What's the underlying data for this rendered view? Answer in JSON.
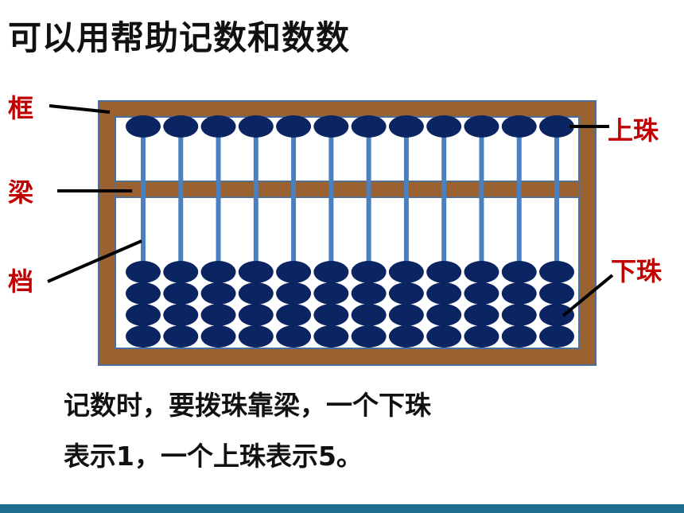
{
  "title": "可以用帮助记数和数数",
  "labels": {
    "frame": "框",
    "beam": "梁",
    "rod": "档",
    "upper_bead": "上珠",
    "lower_bead": "下珠"
  },
  "description": {
    "line1": "记数时，要拨珠靠梁，一个下珠",
    "line2": "表示1，一个上珠表示5。"
  },
  "abacus": {
    "rods": 12,
    "upper_beads_per_rod": 1,
    "lower_beads_per_rod": 4
  },
  "colors": {
    "frame": "#9a6231",
    "frame_border": "#4a6f9a",
    "rod": "#4a7fc0",
    "bead": "#0b2462",
    "label": "#c00000",
    "bottom_bar": "#1f6e92"
  }
}
